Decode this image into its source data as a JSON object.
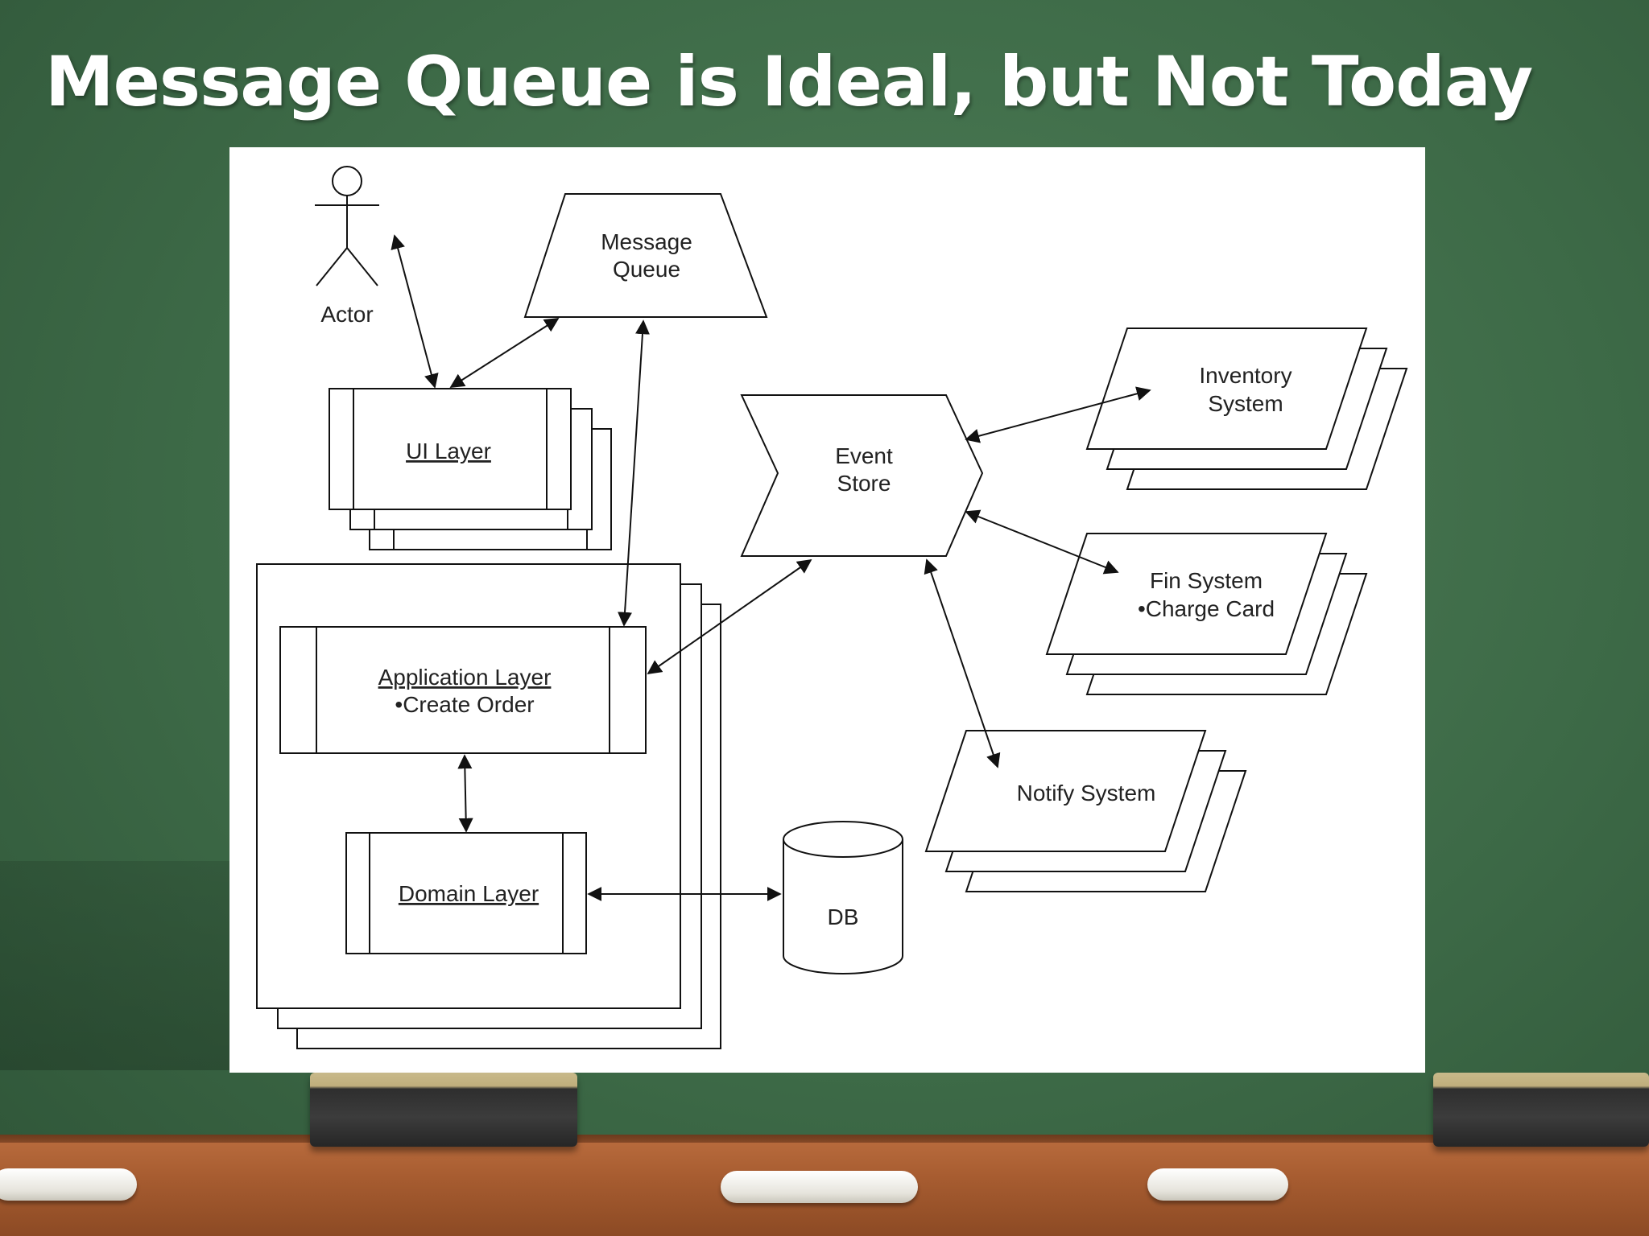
{
  "slide": {
    "title": "Message Queue is Ideal, but Not Today"
  },
  "diagram": {
    "actor_label": "Actor",
    "message_queue": [
      "Message",
      "Queue"
    ],
    "ui_layer": "UI Layer",
    "event_store": [
      "Event",
      "Store"
    ],
    "inventory_system": [
      "Inventory",
      "System"
    ],
    "fin_system": [
      "Fin System",
      "•Charge Card"
    ],
    "application_layer": [
      "Application Layer",
      "•Create Order"
    ],
    "domain_layer": "Domain Layer",
    "db": "DB",
    "notify_system": "Notify System"
  },
  "colors": {
    "board": "#3d6a47",
    "ledge": "#a85d31",
    "line": "#111111"
  }
}
